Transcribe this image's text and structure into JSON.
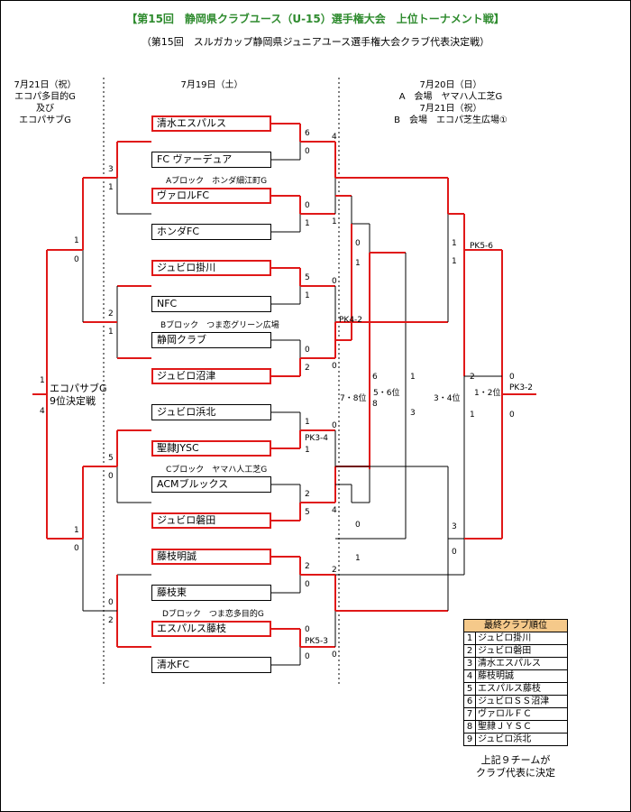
{
  "title": "【第15回　静岡県クラブユース（U-15）選手権大会　上位トーナメント戦】",
  "subtitle": "（第15回　スルガカップ静岡県ジュニアユース選手権大会クラブ代表決定戦）",
  "headers": {
    "left": [
      "7月21日（祝）",
      "エコパ多目的G",
      "及び",
      "エコパサブG"
    ],
    "center": "7月19日（土）",
    "right": [
      "7月20日（日）",
      "A　会場　ヤマハ人工芝G",
      "7月21日（祝）",
      "B　会場　エコパ芝生広場①"
    ]
  },
  "teams": [
    {
      "name": "清水エスパルス",
      "winner": true
    },
    {
      "name": "FC ヴァーデュア",
      "winner": false
    },
    {
      "name": "ヴァロルFC",
      "winner": true
    },
    {
      "name": "ホンダFC",
      "winner": false
    },
    {
      "name": "ジュビロ掛川",
      "winner": true
    },
    {
      "name": "NFC",
      "winner": false
    },
    {
      "name": "静岡クラブ",
      "winner": false
    },
    {
      "name": "ジュビロ沼津",
      "winner": true
    },
    {
      "name": "ジュビロ浜北",
      "winner": false
    },
    {
      "name": "聖隷JYSC",
      "winner": true
    },
    {
      "name": "ACMブルックス",
      "winner": false
    },
    {
      "name": "ジュビロ磐田",
      "winner": true
    },
    {
      "name": "藤枝明誠",
      "winner": true
    },
    {
      "name": "藤枝東",
      "winner": false
    },
    {
      "name": "エスパルス藤枝",
      "winner": true
    },
    {
      "name": "清水FC",
      "winner": false
    }
  ],
  "blocks": [
    "Aブロック　ホンダ細江町G",
    "Bブロック　つま恋グリーン広場",
    "Cブロック　ヤマハ人工芝G",
    "Dブロック　つま恋多目的G"
  ],
  "ninth_place": [
    "エコパサブG",
    "9位決定戦"
  ],
  "place_labels": {
    "p78": "7・8位",
    "p56": "5・6位",
    "p34": "3・4位",
    "p12": "1・2位"
  },
  "pk": [
    "PK5-6",
    "PK4-2",
    "PK3-4",
    "PK5-3",
    "PK3-2"
  ],
  "scores": {
    "r1_a1": [
      "6",
      "0"
    ],
    "r1_a2": [
      "0",
      "1"
    ],
    "r1_b1": [
      "5",
      "1"
    ],
    "r1_b2": [
      "0",
      "2"
    ],
    "r1_c1": [
      "1",
      "1"
    ],
    "r1_c2": [
      "2",
      "5"
    ],
    "r1_d1": [
      "2",
      "0"
    ],
    "r1_d2": [
      "0",
      "0"
    ],
    "l1_ab": [
      "3",
      "1"
    ],
    "l1_cd": [
      "5",
      "0"
    ],
    "l2_a": [
      "2",
      "1"
    ],
    "l2_c": [
      "0",
      "2"
    ],
    "l3": [
      "1",
      "0"
    ],
    "l4": [
      "1",
      "0"
    ],
    "l5": [
      "1",
      "4"
    ],
    "r2_top": [
      "4",
      "1"
    ],
    "r2_mid": [
      "0",
      "0"
    ],
    "r2_c": [
      "0",
      "4"
    ],
    "r2_d": [
      "2",
      "0"
    ],
    "s78": [
      "0",
      "1"
    ],
    "s56": [
      "6",
      "8"
    ],
    "s56b": [
      "0",
      "1"
    ],
    "s34": [
      "1",
      "3"
    ],
    "s34b": [
      "3",
      "0"
    ],
    "sf1": [
      "1",
      "1"
    ],
    "final": [
      "2",
      "1"
    ],
    "final_pk": [
      "0",
      "0"
    ]
  },
  "ranking": {
    "header": "最終クラブ順位",
    "rows": [
      {
        "no": "1",
        "team": "ジュビロ掛川"
      },
      {
        "no": "2",
        "team": "ジュビロ磐田"
      },
      {
        "no": "3",
        "team": "清水エスパルス"
      },
      {
        "no": "4",
        "team": "藤枝明誠"
      },
      {
        "no": "5",
        "team": "エスパルス藤枝"
      },
      {
        "no": "6",
        "team": "ジュビロＳＳ沼津"
      },
      {
        "no": "7",
        "team": "ヴァロルＦＣ"
      },
      {
        "no": "8",
        "team": "聖隷ＪＹＳＣ"
      },
      {
        "no": "9",
        "team": "ジュビロ浜北"
      }
    ]
  },
  "note": [
    "上記９チームが",
    "クラブ代表に決定"
  ],
  "colors": {
    "win_line": "#e01818",
    "line": "#000000",
    "title": "#2e8b2e",
    "rank_header": "#f5c98a"
  }
}
